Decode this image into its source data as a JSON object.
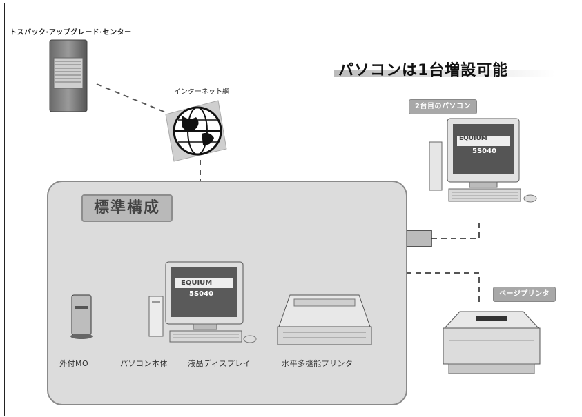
{
  "title": "パソコンは1台増設可能",
  "upgrade_center_label": "トスパック·アップグレード·センター",
  "internet_label": "インターネット網",
  "standard_config_label": "標準構成",
  "second_pc_tag": "2台目のパソコン",
  "page_printer_tag": "ページプリンタ",
  "monitor_brand": "EQUIUM",
  "monitor_model": "5S040",
  "captions": {
    "external_mo": "外付MO",
    "pc_body": "パソコン本体",
    "lcd_display": "液晶ディスプレイ",
    "printer": "水平多機能プリンタ"
  }
}
